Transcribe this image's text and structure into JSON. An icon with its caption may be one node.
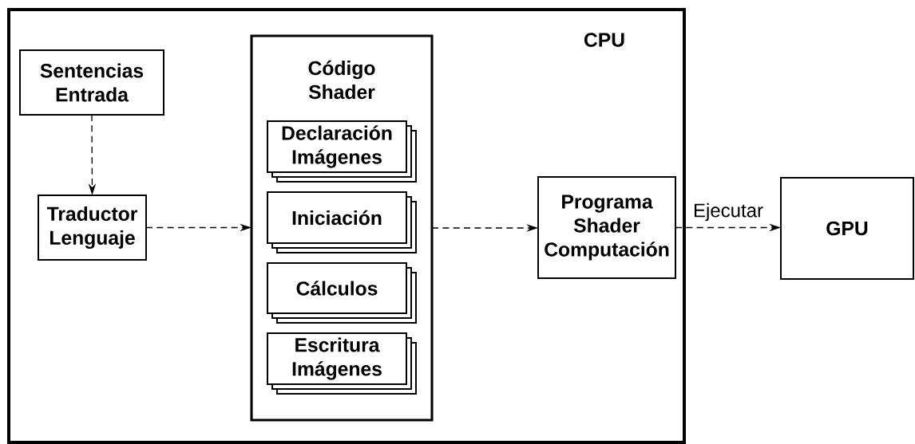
{
  "diagram": {
    "nodes": [
      {
        "text": [
          "CPU"
        ]
      },
      {
        "text": [
          "Sentencias Entrada"
        ],
        "in": 0
      },
      {
        "text": [
          "Traductor Lenguaje"
        ],
        "in": 0
      },
      {
        "text": [
          "Código Shader"
        ],
        "in": 0
      },
      {
        "text": [
          "Declaración Imágenes"
        ],
        "in": 3
      },
      {
        "text": [
          "Iniciación"
        ],
        "in": 3
      },
      {
        "text": [
          "Cálculos"
        ],
        "in": 3
      },
      {
        "text": [
          "Escritura Imágenes"
        ],
        "in": 3
      },
      {
        "text": [
          "Programa Shader Computación"
        ],
        "in": 0
      },
      {
        "text": [
          "GPU"
        ]
      }
    ],
    "edges": [
      {
        "from": 1,
        "to": 2,
        "arrow": "to",
        "style": "dashed"
      },
      {
        "from": 2,
        "to": 3,
        "arrow": "to",
        "style": "dashed"
      },
      {
        "from": 3,
        "to": 8,
        "arrow": "to",
        "style": "dashed"
      },
      {
        "from": 8,
        "to": 9,
        "arrow": "to",
        "style": "dashed",
        "label": "Ejecutar"
      }
    ]
  }
}
